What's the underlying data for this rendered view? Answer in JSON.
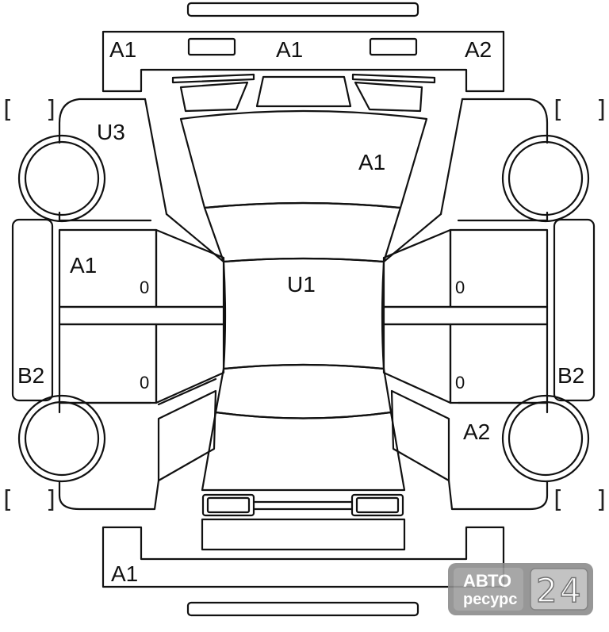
{
  "labels": {
    "front_left": "A1",
    "front_center": "A1",
    "front_right": "A2",
    "left_front_fender": "U3",
    "hood": "A1",
    "left_front_door": "A1",
    "roof": "U1",
    "left_side_sill": "B2",
    "right_side_sill": "B2",
    "right_rear_fender": "A2",
    "rear_bumper": "A1"
  },
  "door_marks": {
    "left_front": "0",
    "left_rear": "0",
    "right_front": "0",
    "right_rear": "0"
  },
  "brackets": {
    "open": "[",
    "close": "]"
  },
  "watermark": {
    "line1": "АВТО",
    "line2": "ресурс",
    "digit1": "2",
    "digit2": "4"
  }
}
